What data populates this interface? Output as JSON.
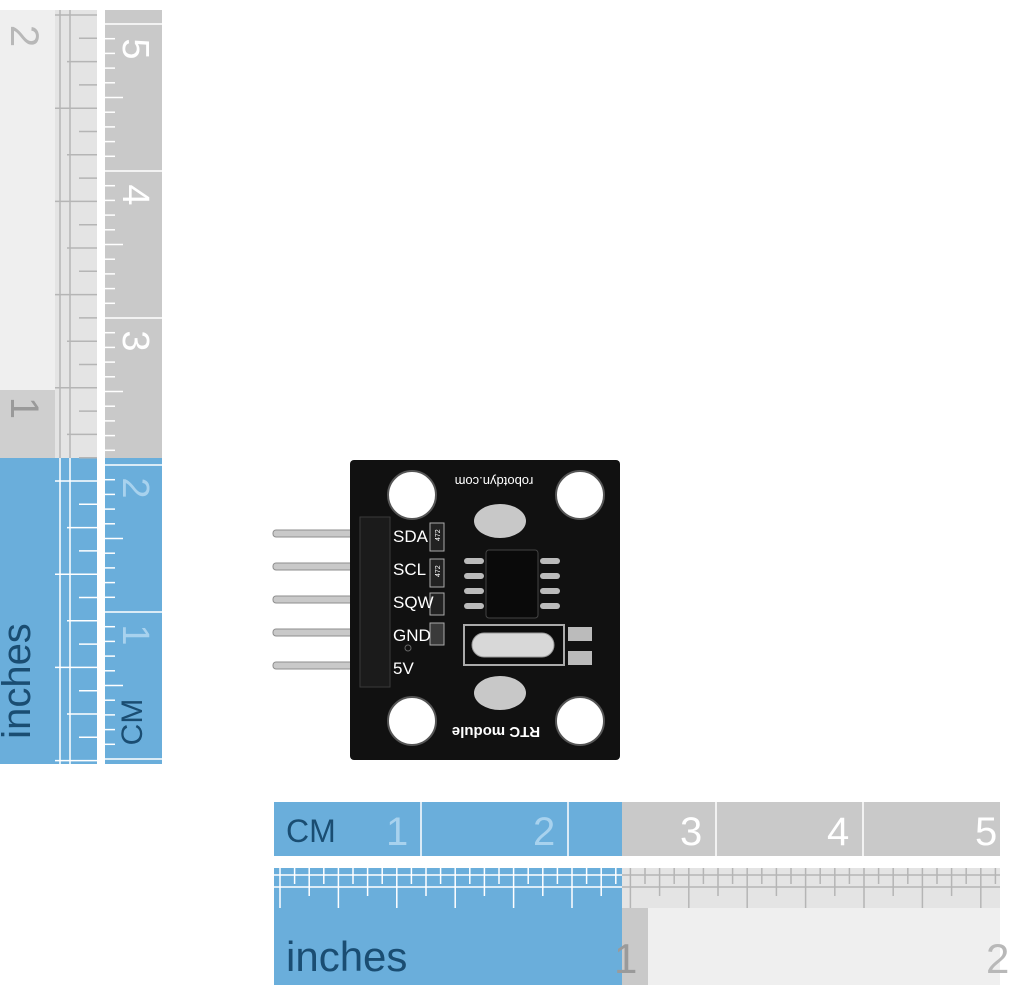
{
  "rulers": {
    "vertical_cm": {
      "unit_label": "CM",
      "tick_numbers": [
        "1",
        "2",
        "3",
        "4",
        "5"
      ]
    },
    "vertical_inches": {
      "unit_label": "inches",
      "tick_numbers": [
        "1",
        "2"
      ]
    },
    "horizontal_cm": {
      "unit_label": "CM",
      "tick_numbers": [
        "1",
        "2",
        "3",
        "4",
        "5"
      ]
    },
    "horizontal_inches": {
      "unit_label": "inches",
      "tick_numbers": [
        "1",
        "2"
      ]
    }
  },
  "board": {
    "silkscreen_top": "robotdyn.com",
    "silkscreen_bottom": "RTC module",
    "pins": [
      "SDA",
      "SCL",
      "SQW",
      "GND",
      "5V"
    ],
    "resistor_codes": [
      "472",
      "472"
    ]
  },
  "colors": {
    "highlight_blue": "#6aaedb",
    "ruler_gray": "#c9c9c9",
    "ruler_light": "#efefef",
    "label_dark_blue": "#1a4d72",
    "board_black": "#111111"
  }
}
